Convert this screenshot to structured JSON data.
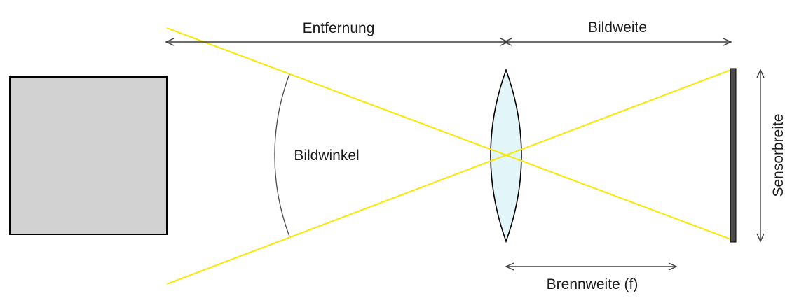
{
  "labels": {
    "distance": "Entfernung",
    "image_distance": "Bildweite",
    "angle_of_view": "Bildwinkel",
    "sensor_width": "Sensorbreite",
    "focal_length": "Brennweite (f)"
  },
  "colors": {
    "ray": "#f7e800",
    "lens_fill": "#e2f6fa",
    "object_fill": "#d2d2d2",
    "sensor_fill": "#4a4a4a"
  }
}
